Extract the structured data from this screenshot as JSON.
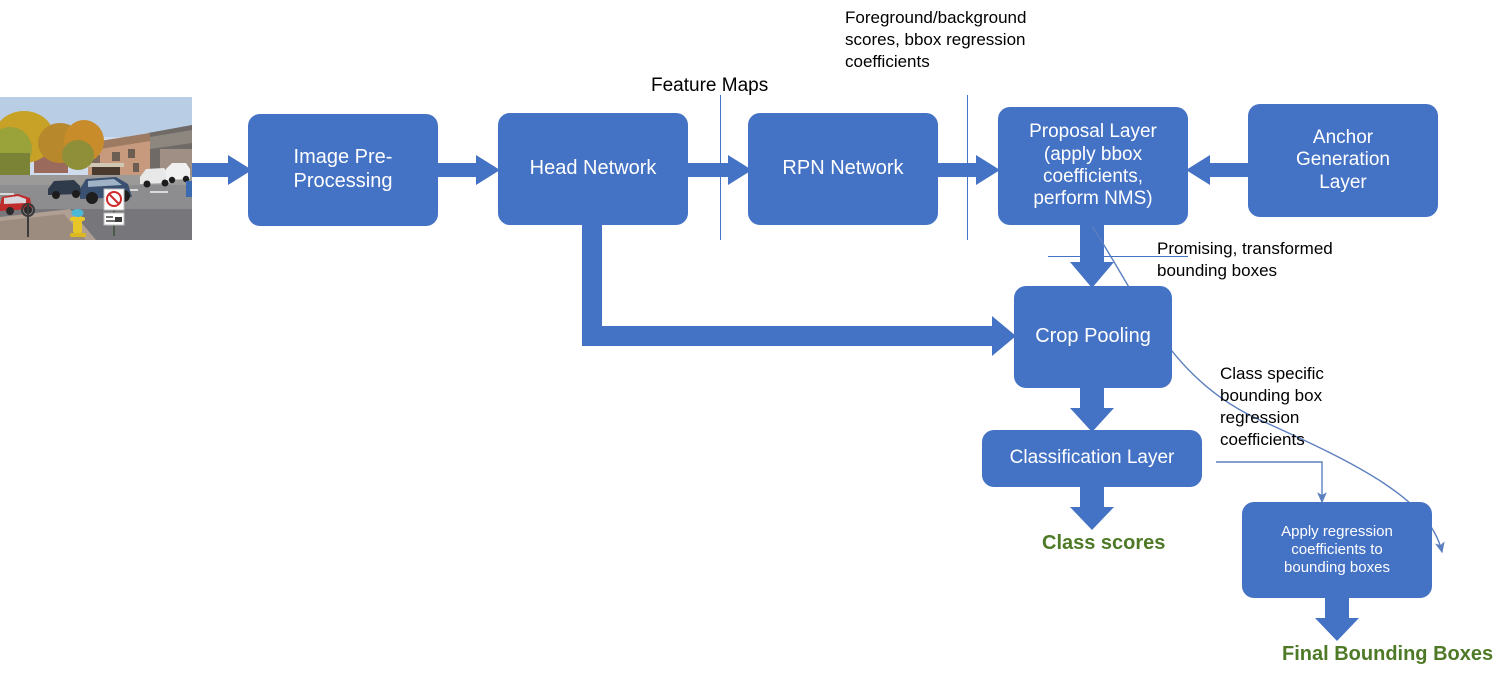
{
  "diagram": {
    "title": "Faster R-CNN object detection pipeline flow diagram",
    "accent_color": "#4472C4",
    "result_text_color": "#4E7A27",
    "boxes": [
      {
        "id": "image-pre-processing",
        "label": "Image Pre-\nProcessing"
      },
      {
        "id": "head-network",
        "label": "Head Network"
      },
      {
        "id": "rpn-network",
        "label": "RPN Network"
      },
      {
        "id": "proposal-layer",
        "label": "Proposal Layer\n(apply bbox\ncoefficients,\nperform NMS)"
      },
      {
        "id": "anchor-generation-layer",
        "label": "Anchor\nGeneration\nLayer"
      },
      {
        "id": "crop-pooling",
        "label": "Crop Pooling"
      },
      {
        "id": "classification-layer",
        "label": "Classification Layer"
      },
      {
        "id": "apply-regression",
        "label": "Apply regression\ncoefficients to\nbounding boxes"
      }
    ],
    "annotations": [
      {
        "id": "feature-maps",
        "text": "Feature Maps"
      },
      {
        "id": "fg-bg-scores",
        "text": "Foreground/background\nscores,  bbox regression\ncoefficients"
      },
      {
        "id": "promising-boxes",
        "text": "Promising, transformed\nbounding boxes"
      },
      {
        "id": "class-specific-coeff",
        "text": "Class specific\nbounding box\nregression\ncoefficients"
      }
    ],
    "outputs": [
      {
        "id": "class-scores",
        "text": "Class scores"
      },
      {
        "id": "final-bounding-boxes",
        "text": "Final Bounding Boxes"
      }
    ]
  }
}
